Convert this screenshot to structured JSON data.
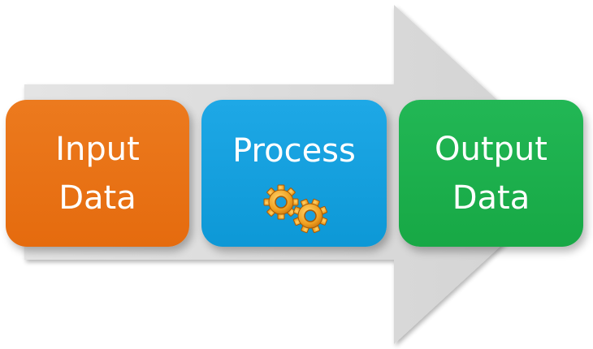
{
  "diagram": {
    "steps": [
      {
        "line1": "Input",
        "line2": "Data",
        "color": "#e56b0e"
      },
      {
        "line1": "Process",
        "icon": "gears-icon",
        "color": "#0d98d6"
      },
      {
        "line1": "Output",
        "line2": "Data",
        "color": "#17a845"
      }
    ],
    "arrow_color": "#d9d9d9"
  }
}
